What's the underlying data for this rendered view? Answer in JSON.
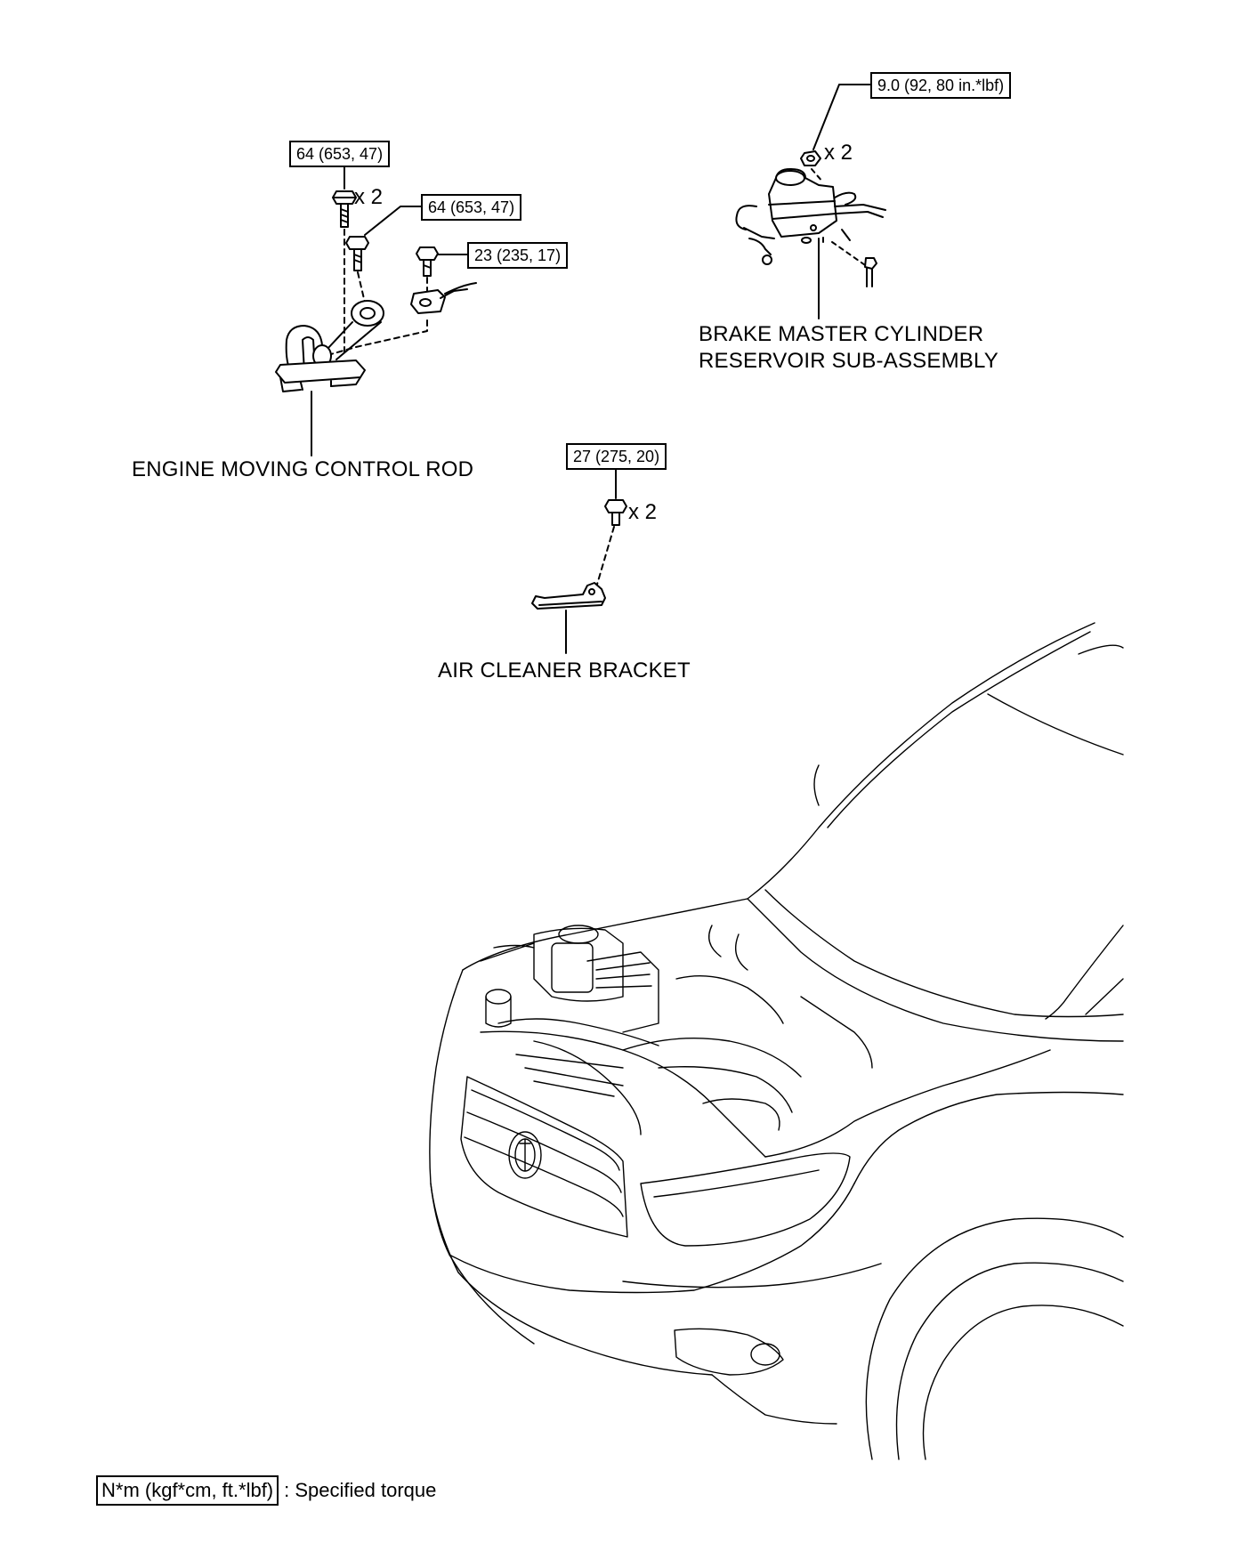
{
  "torque_values": {
    "rod_bolts": "64 (653, 47)",
    "rod_bolt_single": "64 (653, 47)",
    "harness_bolt": "23 (235, 17)",
    "reservoir_nut": "9.0 (92, 80 in.*lbf)",
    "bracket_bolts": "27 (275, 20)"
  },
  "quantities": {
    "rod_bolts": "x 2",
    "reservoir_nut": "x 2",
    "bracket_bolts": "x 2"
  },
  "part_labels": {
    "engine_moving_control_rod": "ENGINE MOVING CONTROL ROD",
    "brake_reservoir_line1": "BRAKE MASTER CYLINDER",
    "brake_reservoir_line2": "RESERVOIR SUB-ASSEMBLY",
    "air_cleaner_bracket": "AIR CLEANER BRACKET"
  },
  "legend": {
    "unit_box": "N*m (kgf*cm, ft.*lbf)",
    "description": ": Specified torque"
  }
}
